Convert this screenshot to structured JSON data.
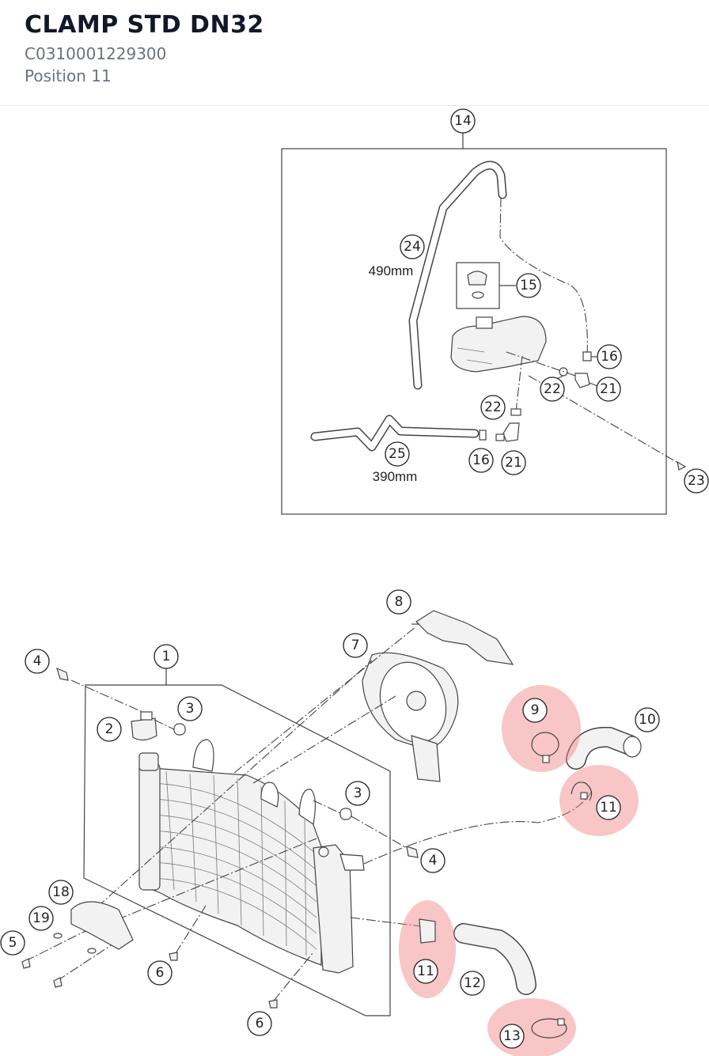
{
  "header": {
    "title": "CLAMP STD DN32",
    "part_number": "C0310001229300",
    "position": "Position 11"
  },
  "diagram": {
    "highlight_color": "#f08080",
    "callouts": {
      "c14": "14",
      "c24": "24",
      "c15": "15",
      "c16a": "16",
      "c21a": "21",
      "c22a": "22",
      "c22b": "22",
      "c25": "25",
      "c16b": "16",
      "c21b": "21",
      "c23": "23",
      "c8": "8",
      "c7": "7",
      "c4a": "4",
      "c1": "1",
      "c3a": "3",
      "c2": "2",
      "c9": "9",
      "c10": "10",
      "c11a": "11",
      "c3b": "3",
      "c4b": "4",
      "c18": "18",
      "c19": "19",
      "c5": "5",
      "c6a": "6",
      "c11b": "11",
      "c12": "12",
      "c6b": "6",
      "c13": "13"
    },
    "measurements": {
      "hose24": "490mm",
      "hose25": "390mm"
    }
  }
}
